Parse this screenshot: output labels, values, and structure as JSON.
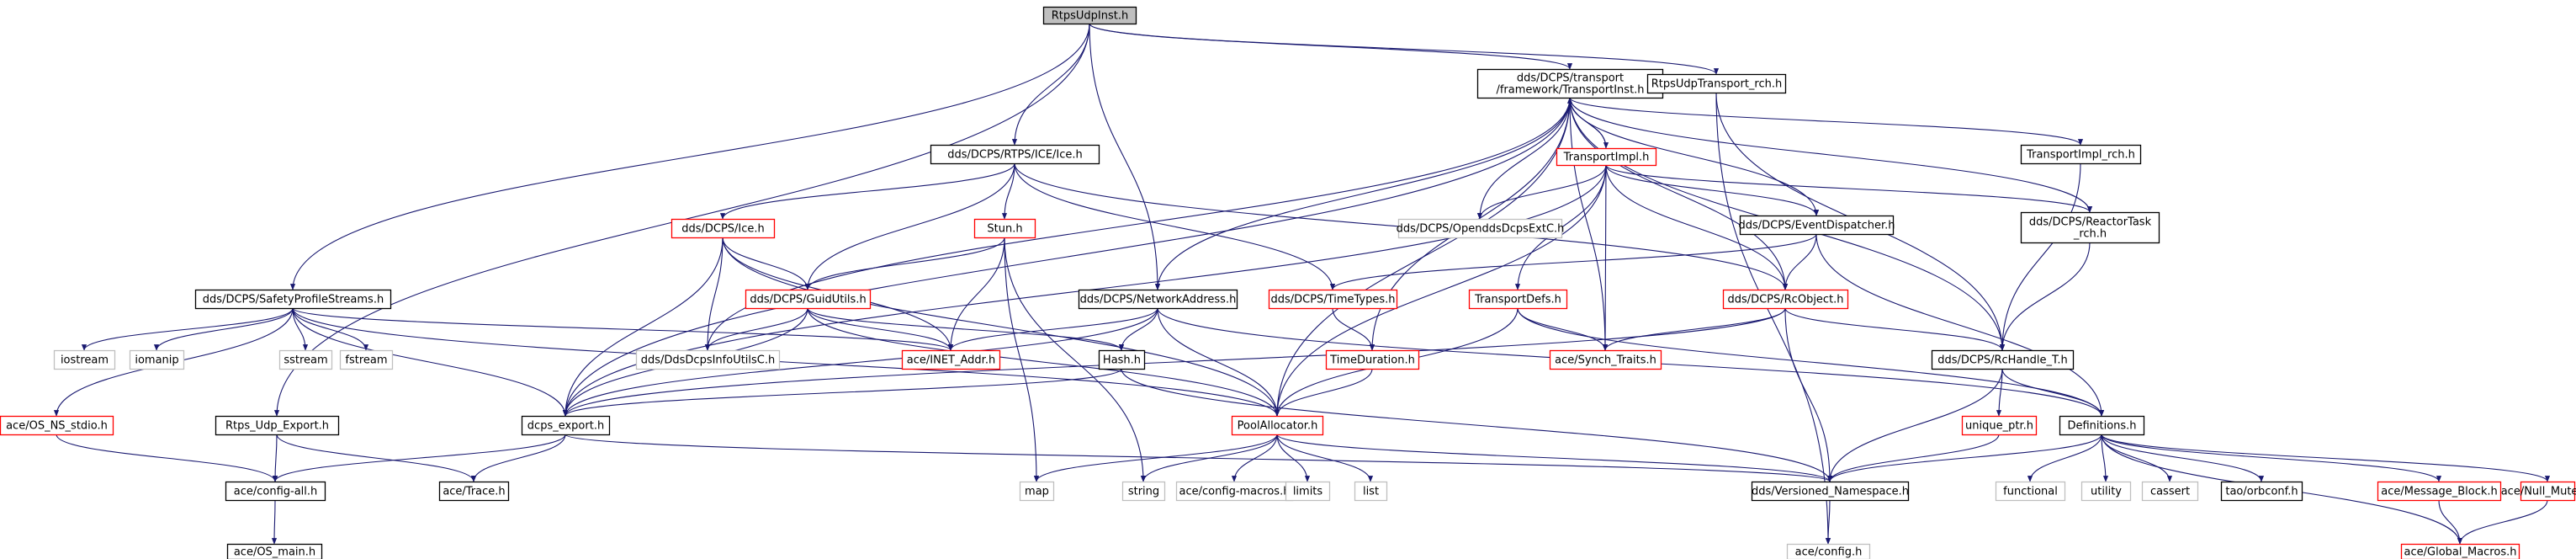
{
  "diagram": {
    "kind": "include-dependency-graph",
    "colors": {
      "edge": "#191970",
      "root_fill": "#bfbfbf",
      "normal_border": "#000000",
      "truncated_border": "#ff0000",
      "system_border": "#bfbfbf"
    },
    "nodes": [
      {
        "id": "root",
        "label": "RtpsUdpInst.h",
        "style": "root"
      },
      {
        "id": "transportinst",
        "label": [
          "dds/DCPS/transport",
          "/framework/TransportInst.h"
        ],
        "style": "normal"
      },
      {
        "id": "rtpsudptransport_rch",
        "label": "RtpsUdpTransport_rch.h",
        "style": "normal"
      },
      {
        "id": "ice",
        "label": "dds/DCPS/RTPS/ICE/Ice.h",
        "style": "normal"
      },
      {
        "id": "transportimpl",
        "label": "TransportImpl.h",
        "style": "red"
      },
      {
        "id": "transportimpl_rch",
        "label": "TransportImpl_rch.h",
        "style": "normal"
      },
      {
        "id": "dcpsice",
        "label": "dds/DCPS/Ice.h",
        "style": "red"
      },
      {
        "id": "stun",
        "label": "Stun.h",
        "style": "red"
      },
      {
        "id": "opendds",
        "label": "dds/DCPS/OpenddsDcpsExtC.h",
        "style": "gray"
      },
      {
        "id": "eventdispatcher",
        "label": "dds/DCPS/EventDispatcher.h",
        "style": "normal"
      },
      {
        "id": "reactortask",
        "label": [
          "dds/DCPS/ReactorTask",
          "_rch.h"
        ],
        "style": "normal"
      },
      {
        "id": "safety",
        "label": "dds/DCPS/SafetyProfileStreams.h",
        "style": "normal"
      },
      {
        "id": "guidutils",
        "label": "dds/DCPS/GuidUtils.h",
        "style": "red"
      },
      {
        "id": "networkaddress",
        "label": "dds/DCPS/NetworkAddress.h",
        "style": "normal"
      },
      {
        "id": "timetypes",
        "label": "dds/DCPS/TimeTypes.h",
        "style": "red"
      },
      {
        "id": "transportdefs",
        "label": "TransportDefs.h",
        "style": "red"
      },
      {
        "id": "rcobject",
        "label": "dds/DCPS/RcObject.h",
        "style": "red"
      },
      {
        "id": "iostream",
        "label": "iostream",
        "style": "gray"
      },
      {
        "id": "iomanip",
        "label": "iomanip",
        "style": "gray"
      },
      {
        "id": "sstream",
        "label": "sstream",
        "style": "gray"
      },
      {
        "id": "fstream",
        "label": "fstream",
        "style": "gray"
      },
      {
        "id": "inetaddr",
        "label": "ace/INET_Addr.h",
        "style": "red"
      },
      {
        "id": "ddsdcpsinfo",
        "label": "dds/DdsDcpsInfoUtilsC.h",
        "style": "gray"
      },
      {
        "id": "hash",
        "label": "Hash.h",
        "style": "normal"
      },
      {
        "id": "timeduration",
        "label": "TimeDuration.h",
        "style": "red"
      },
      {
        "id": "synchtraits",
        "label": "ace/Synch_Traits.h",
        "style": "red"
      },
      {
        "id": "rchandle",
        "label": "dds/DCPS/RcHandle_T.h",
        "style": "normal"
      },
      {
        "id": "osnsstdio",
        "label": "ace/OS_NS_stdio.h",
        "style": "red"
      },
      {
        "id": "rtpsudpexport",
        "label": "Rtps_Udp_Export.h",
        "style": "normal"
      },
      {
        "id": "dcpsexport",
        "label": "dcps_export.h",
        "style": "normal"
      },
      {
        "id": "poolallocator",
        "label": "PoolAllocator.h",
        "style": "red"
      },
      {
        "id": "uniqueptr",
        "label": "unique_ptr.h",
        "style": "red"
      },
      {
        "id": "definitions",
        "label": "Definitions.h",
        "style": "normal"
      },
      {
        "id": "configall",
        "label": "ace/config-all.h",
        "style": "normal"
      },
      {
        "id": "trace",
        "label": "ace/Trace.h",
        "style": "normal"
      },
      {
        "id": "map",
        "label": "map",
        "style": "gray"
      },
      {
        "id": "string",
        "label": "string",
        "style": "gray"
      },
      {
        "id": "configmacros",
        "label": "ace/config-macros.h",
        "style": "gray"
      },
      {
        "id": "limits",
        "label": "limits",
        "style": "gray"
      },
      {
        "id": "list",
        "label": "list",
        "style": "gray"
      },
      {
        "id": "versioned",
        "label": "dds/Versioned_Namespace.h",
        "style": "normal"
      },
      {
        "id": "functional",
        "label": "functional",
        "style": "gray"
      },
      {
        "id": "utility",
        "label": "utility",
        "style": "gray"
      },
      {
        "id": "cassert",
        "label": "cassert",
        "style": "gray"
      },
      {
        "id": "orbconf",
        "label": "tao/orbconf.h",
        "style": "normal"
      },
      {
        "id": "messageblock",
        "label": "ace/Message_Block.h",
        "style": "red"
      },
      {
        "id": "nullmutex",
        "label": "ace/Null_Mutex.h",
        "style": "red"
      },
      {
        "id": "osmain",
        "label": "ace/OS_main.h",
        "style": "normal"
      },
      {
        "id": "aceconfig",
        "label": "ace/config.h",
        "style": "gray"
      },
      {
        "id": "globalmacros",
        "label": "ace/Global_Macros.h",
        "style": "red"
      }
    ],
    "edges": [
      [
        "root",
        "transportinst"
      ],
      [
        "root",
        "rtpsudptransport_rch"
      ],
      [
        "root",
        "ice"
      ],
      [
        "root",
        "networkaddress"
      ],
      [
        "root",
        "safety"
      ],
      [
        "root",
        "rtpsudpexport"
      ],
      [
        "transportinst",
        "transportimpl"
      ],
      [
        "transportinst",
        "transportimpl_rch"
      ],
      [
        "transportinst",
        "eventdispatcher"
      ],
      [
        "transportinst",
        "reactortask"
      ],
      [
        "transportinst",
        "opendds"
      ],
      [
        "transportinst",
        "networkaddress"
      ],
      [
        "transportinst",
        "rcobject"
      ],
      [
        "transportinst",
        "timeduration"
      ],
      [
        "transportinst",
        "synchtraits"
      ],
      [
        "transportinst",
        "dcpsexport"
      ],
      [
        "transportinst",
        "ddsdcpsinfo"
      ],
      [
        "transportinst",
        "poolallocator"
      ],
      [
        "transportinst",
        "rchandle"
      ],
      [
        "transportimpl",
        "transportinst"
      ],
      [
        "transportimpl",
        "opendds"
      ],
      [
        "transportimpl",
        "eventdispatcher"
      ],
      [
        "transportimpl",
        "reactortask"
      ],
      [
        "transportimpl",
        "transportdefs"
      ],
      [
        "transportimpl",
        "rcobject"
      ],
      [
        "transportimpl",
        "synchtraits"
      ],
      [
        "transportimpl",
        "dcpsexport"
      ],
      [
        "transportimpl",
        "poolallocator"
      ],
      [
        "transportimpl_rch",
        "rchandle"
      ],
      [
        "reactortask",
        "rchandle"
      ],
      [
        "rtpsudptransport_rch",
        "rchandle"
      ],
      [
        "ice",
        "dcpsice"
      ],
      [
        "ice",
        "stun"
      ],
      [
        "ice",
        "guidutils"
      ],
      [
        "ice",
        "timetypes"
      ],
      [
        "ice",
        "rcobject"
      ],
      [
        "dcpsice",
        "guidutils"
      ],
      [
        "dcpsice",
        "inetaddr"
      ],
      [
        "dcpsice",
        "ddsdcpsinfo"
      ],
      [
        "dcpsice",
        "dcpsexport"
      ],
      [
        "dcpsice",
        "poolallocator"
      ],
      [
        "stun",
        "guidutils"
      ],
      [
        "stun",
        "inetaddr"
      ],
      [
        "stun",
        "map"
      ],
      [
        "stun",
        "string"
      ],
      [
        "eventdispatcher",
        "rcobject"
      ],
      [
        "eventdispatcher",
        "timetypes"
      ],
      [
        "eventdispatcher",
        "definitions"
      ],
      [
        "safety",
        "iostream"
      ],
      [
        "safety",
        "iomanip"
      ],
      [
        "safety",
        "sstream"
      ],
      [
        "safety",
        "fstream"
      ],
      [
        "safety",
        "inetaddr"
      ],
      [
        "safety",
        "osnsstdio"
      ],
      [
        "safety",
        "dcpsexport"
      ],
      [
        "safety",
        "poolallocator"
      ],
      [
        "guidutils",
        "ddsdcpsinfo"
      ],
      [
        "guidutils",
        "inetaddr"
      ],
      [
        "guidutils",
        "hash"
      ],
      [
        "guidutils",
        "dcpsexport"
      ],
      [
        "guidutils",
        "poolallocator"
      ],
      [
        "networkaddress",
        "inetaddr"
      ],
      [
        "networkaddress",
        "hash"
      ],
      [
        "networkaddress",
        "dcpsexport"
      ],
      [
        "networkaddress",
        "poolallocator"
      ],
      [
        "networkaddress",
        "definitions"
      ],
      [
        "timetypes",
        "timeduration"
      ],
      [
        "transportdefs",
        "synchtraits"
      ],
      [
        "transportdefs",
        "poolallocator"
      ],
      [
        "transportdefs",
        "definitions"
      ],
      [
        "rcobject",
        "synchtraits"
      ],
      [
        "rcobject",
        "rchandle"
      ],
      [
        "rcobject",
        "dcpsexport"
      ],
      [
        "rcobject",
        "versioned"
      ],
      [
        "hash",
        "dcpsexport"
      ],
      [
        "hash",
        "versioned"
      ],
      [
        "timeduration",
        "poolallocator"
      ],
      [
        "rchandle",
        "uniqueptr"
      ],
      [
        "rchandle",
        "definitions"
      ],
      [
        "rchandle",
        "versioned"
      ],
      [
        "osnsstdio",
        "configall"
      ],
      [
        "rtpsudpexport",
        "configall"
      ],
      [
        "rtpsudpexport",
        "trace"
      ],
      [
        "dcpsexport",
        "configall"
      ],
      [
        "dcpsexport",
        "trace"
      ],
      [
        "dcpsexport",
        "versioned"
      ],
      [
        "poolallocator",
        "map"
      ],
      [
        "poolallocator",
        "string"
      ],
      [
        "poolallocator",
        "configmacros"
      ],
      [
        "poolallocator",
        "limits"
      ],
      [
        "poolallocator",
        "list"
      ],
      [
        "poolallocator",
        "versioned"
      ],
      [
        "uniqueptr",
        "versioned"
      ],
      [
        "definitions",
        "versioned"
      ],
      [
        "definitions",
        "functional"
      ],
      [
        "definitions",
        "utility"
      ],
      [
        "definitions",
        "cassert"
      ],
      [
        "definitions",
        "orbconf"
      ],
      [
        "definitions",
        "messageblock"
      ],
      [
        "definitions",
        "nullmutex"
      ],
      [
        "definitions",
        "globalmacros"
      ],
      [
        "messageblock",
        "globalmacros"
      ],
      [
        "nullmutex",
        "globalmacros"
      ],
      [
        "configall",
        "osmain"
      ],
      [
        "versioned",
        "aceconfig"
      ],
      [
        "rtpsudptransport_rch",
        "aceconfig"
      ]
    ]
  }
}
